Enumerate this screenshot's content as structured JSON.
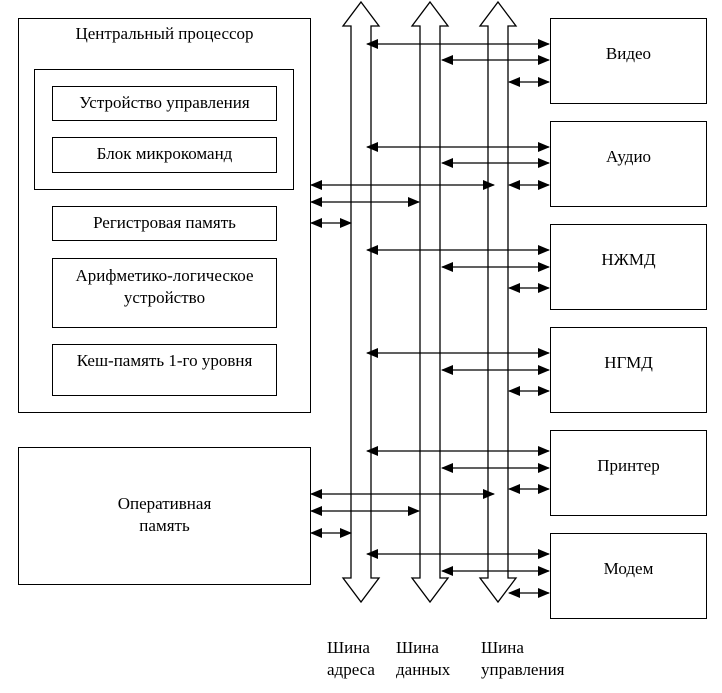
{
  "cpu": {
    "title": "Центральный процессор",
    "control_unit": "Устройство управления",
    "microcode_block": "Блок микрокоманд",
    "register_memory": "Регистровая память",
    "alu": "Арифметико-логическое\nустройство",
    "l1_cache": "Кеш-память 1-го уровня"
  },
  "ram": {
    "label": "Оперативная\nпамять"
  },
  "devices": [
    {
      "label": "Видео"
    },
    {
      "label": "Аудио"
    },
    {
      "label": "НЖМД"
    },
    {
      "label": "НГМД"
    },
    {
      "label": "Принтер"
    },
    {
      "label": "Модем"
    }
  ],
  "buses": {
    "address": "Шина\nадреса",
    "data": "Шина\nданных",
    "control": "Шина\nуправления"
  },
  "colors": {
    "line": "#000000",
    "fill": "#ffffff"
  }
}
